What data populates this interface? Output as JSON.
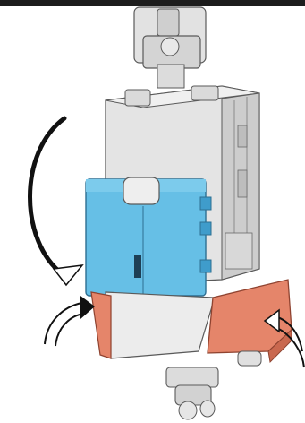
{
  "illustration": {
    "colors": {
      "background": "#ffffff",
      "top_bar": "#1d1d1d",
      "robot_light_gray": "#e6e6e6",
      "robot_mid_gray": "#cfcfcf",
      "robot_dark_gray": "#9c9c9c",
      "outline": "#5a5a5a",
      "blue_panel": "#66bfe6",
      "blue_panel_dark": "#3f9ccb",
      "orange_panel": "#e5856a",
      "orange_panel_dark": "#c9684f",
      "arrow": "#111111"
    },
    "arrows": [
      {
        "name": "curved-rotate-arrow-left",
        "direction": "counterclockwise"
      },
      {
        "name": "curved-arrow-lower-left",
        "direction": "up-right"
      },
      {
        "name": "curved-arrow-lower-right",
        "direction": "up-left"
      }
    ]
  }
}
